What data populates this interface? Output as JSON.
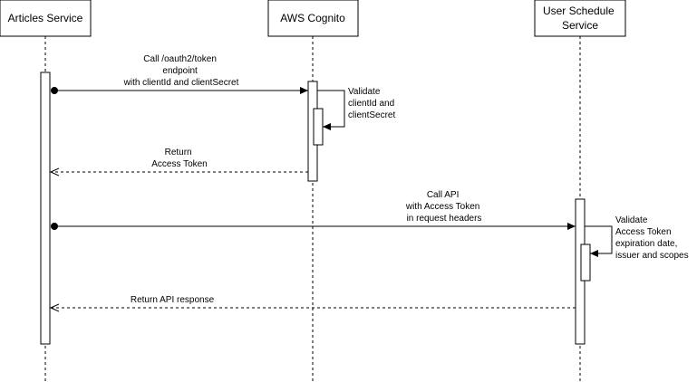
{
  "participants": [
    {
      "id": "articles",
      "lines": [
        "Articles Service"
      ]
    },
    {
      "id": "cognito",
      "lines": [
        "AWS Cognito"
      ]
    },
    {
      "id": "schedule",
      "lines": [
        "User Schedule",
        "Service"
      ]
    }
  ],
  "messages": [
    {
      "id": "call-token",
      "lines": [
        "Call /oauth2/token",
        "endpoint",
        "with clientId and clientSecret"
      ]
    },
    {
      "id": "validate-client",
      "lines": [
        "Validate",
        "clientId and",
        "clientSecret"
      ]
    },
    {
      "id": "return-token",
      "lines": [
        "Return",
        "Access Token"
      ]
    },
    {
      "id": "call-api",
      "lines": [
        "Call API",
        "with Access Token",
        "in request headers"
      ]
    },
    {
      "id": "validate-token",
      "lines": [
        "Validate",
        "Access Token",
        "expiration date,",
        "issuer and scopes"
      ]
    },
    {
      "id": "return-response",
      "lines": [
        "Return API response"
      ]
    }
  ]
}
